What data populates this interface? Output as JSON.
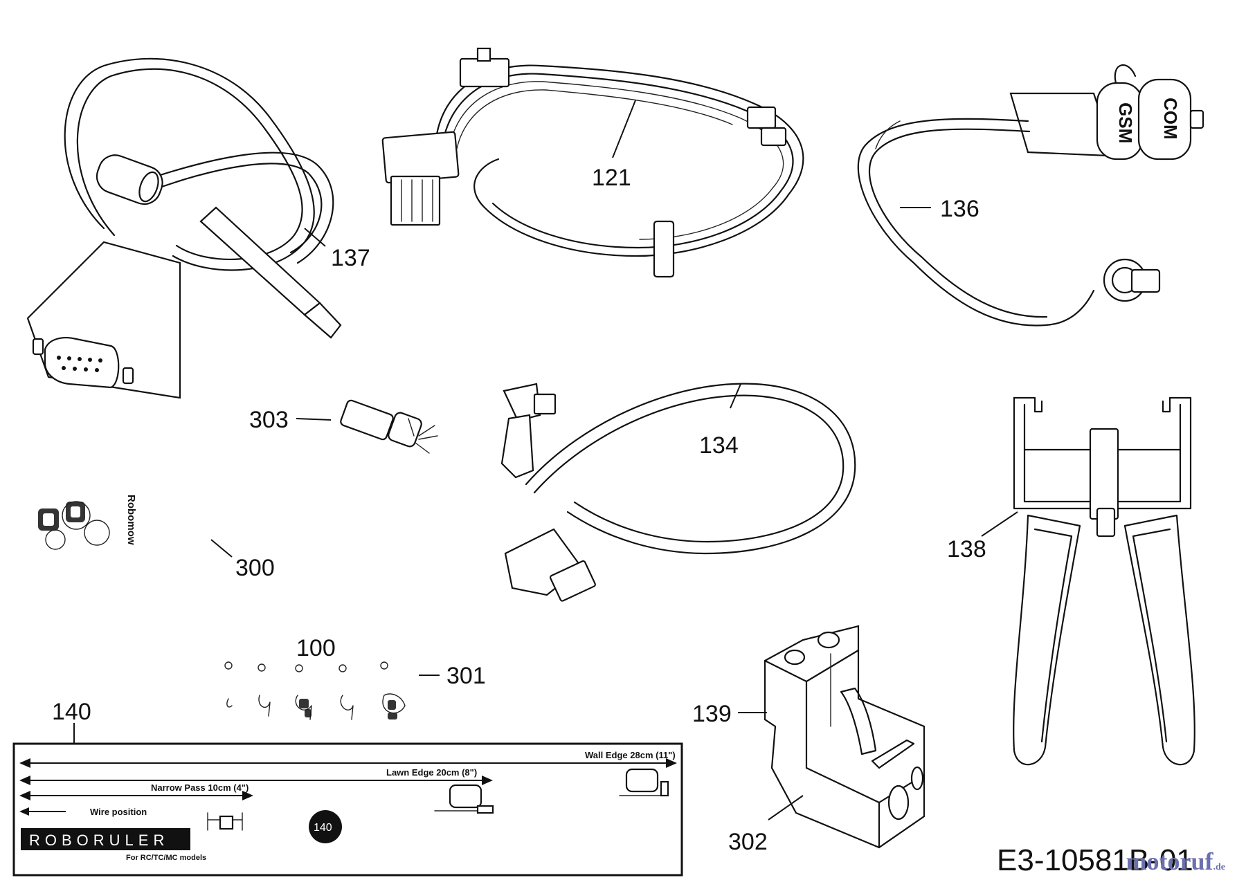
{
  "diagram": {
    "drawing_code": "E3-10581B-01",
    "callouts": {
      "c121": "121",
      "c136": "136",
      "c137": "137",
      "c303": "303",
      "c134": "134",
      "c300": "300",
      "c138": "138",
      "c100": "100",
      "c301": "301",
      "c140": "140",
      "c139": "139",
      "c302": "302"
    },
    "connector_labels": {
      "gsm": "GSM",
      "com": "COM"
    },
    "ruler": {
      "wall_edge": "Wall Edge 28cm (11\")",
      "lawn_edge": "Lawn Edge 20cm (8\")",
      "narrow_pass": "Narrow Pass 10cm (4\")",
      "wire_position": "Wire position",
      "brand": "ROBORULER",
      "models": "For RC/TC/MC models",
      "badge": "140"
    },
    "sticker_brand": "Robomow",
    "watermark": {
      "name": "motoruf",
      "suffix": ".de"
    }
  }
}
